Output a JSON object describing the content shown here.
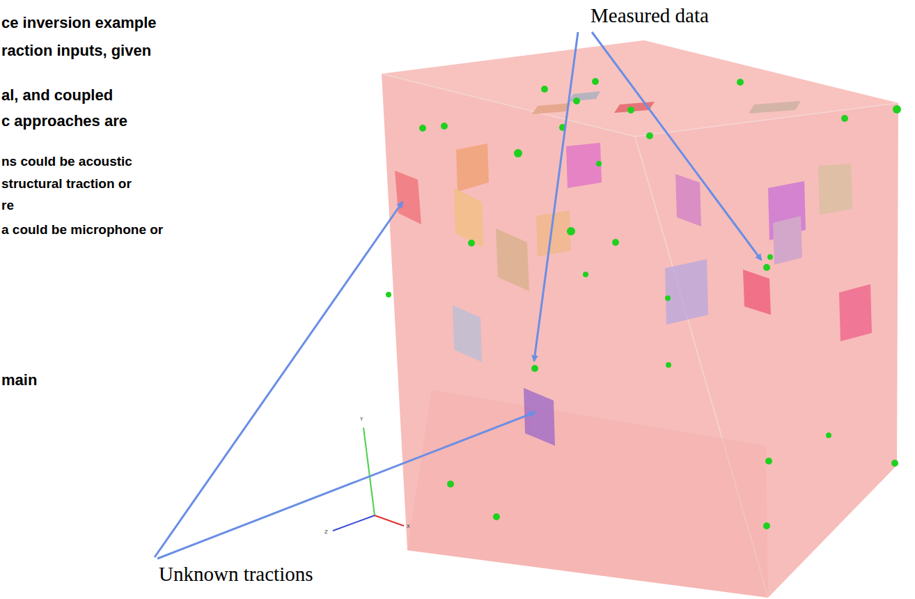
{
  "diagram": {
    "labels": [
      "ce inversion example",
      "raction inputs, given",
      "al, and coupled",
      "c approaches are",
      "ns could be acoustic",
      "structural traction or",
      "re",
      "a could be microphone or",
      "main",
      "Measured data",
      "Unknown tractions",
      "Y",
      "Z",
      "X"
    ]
  }
}
